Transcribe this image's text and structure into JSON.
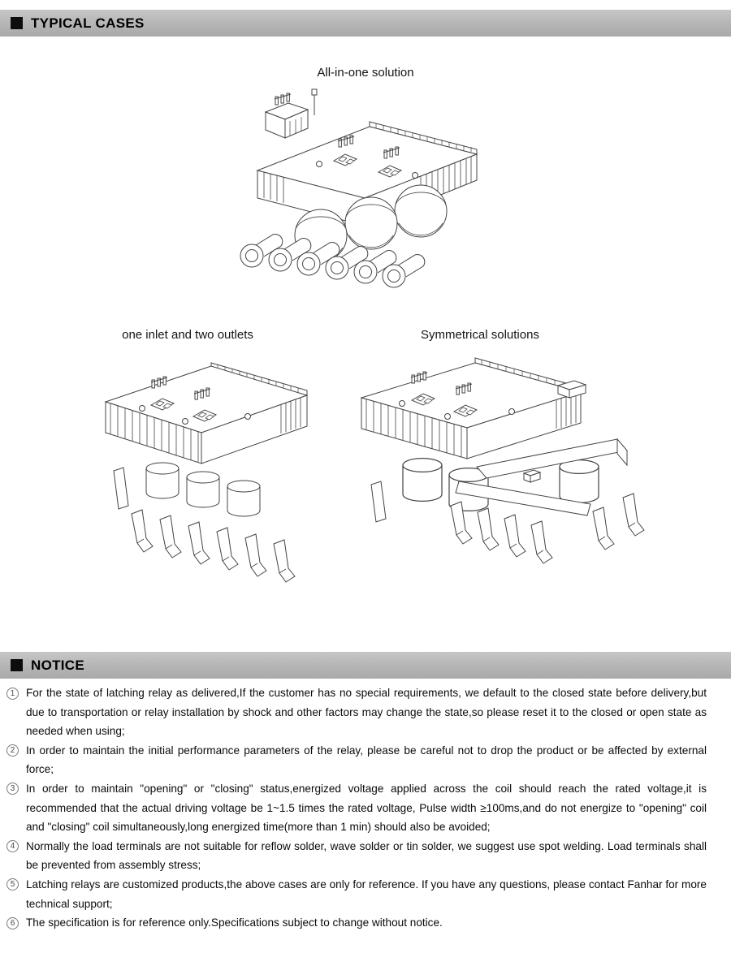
{
  "typical_cases": {
    "title": "TYPICAL CASES",
    "figures": [
      {
        "key": "all-in-one",
        "label": "All-in-one solution"
      },
      {
        "key": "one-inlet-two-outlets",
        "label": "one inlet and two outlets"
      },
      {
        "key": "symmetrical",
        "label": "Symmetrical solutions"
      }
    ]
  },
  "notice": {
    "title": "NOTICE",
    "items": [
      {
        "num": "1",
        "text": "For the state of latching relay as delivered,If the customer has no special requirements, we default to the closed state before delivery,but due to transportation or relay installation by shock and other factors may change the state,so please reset it to the closed or open state as needed when using;"
      },
      {
        "num": "2",
        "text": "In order to maintain the initial performance parameters of the relay, please be careful not to drop the product or be affected by external force;"
      },
      {
        "num": "3",
        "text": "In order to maintain \"opening\" or \"closing\" status,energized voltage applied across the coil should reach the rated voltage,it is recommended that the actual driving voltage be 1~1.5 times the rated voltage, Pulse width ≥100ms,and do not energize to \"opening\" coil and \"closing\" coil simultaneously,long energized time(more than 1 min) should also be avoided;"
      },
      {
        "num": "4",
        "text": "Normally the load terminals are not suitable for reflow solder, wave solder or tin solder, we suggest use spot welding. Load terminals shall be prevented from assembly stress;"
      },
      {
        "num": "5",
        "text": "Latching relays are customized products,the above cases are only for reference. If you have any questions, please contact Fanhar for more technical support;"
      },
      {
        "num": "6",
        "text": "The specification is for reference only.Specifications subject to change without notice."
      }
    ]
  },
  "colors": {
    "bar_gray": "#b3b3b3",
    "ink": "#0b0b0b",
    "line": "#444444"
  }
}
